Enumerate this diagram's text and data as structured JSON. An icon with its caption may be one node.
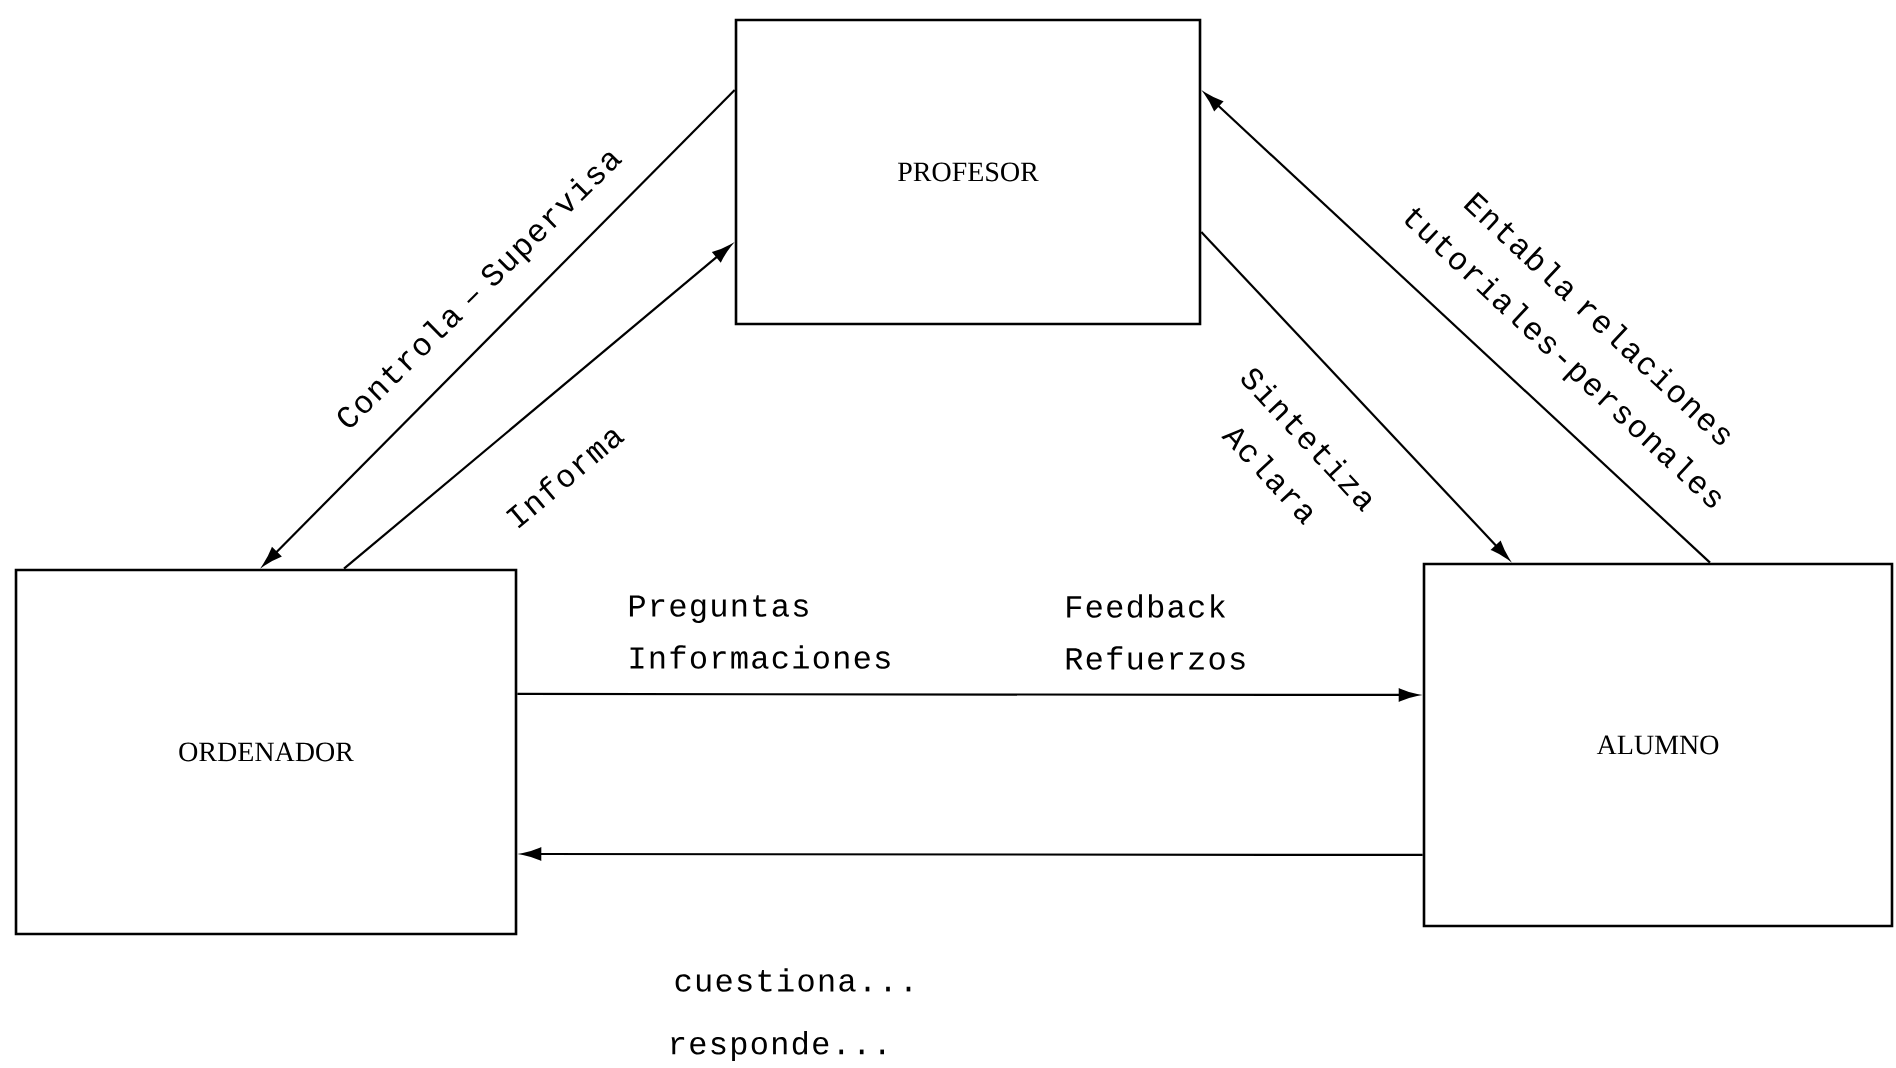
{
  "diagram": {
    "nodes": [
      {
        "text": [
          "PROFESOR"
        ]
      },
      {
        "text": [
          "ORDENADOR"
        ]
      },
      {
        "text": [
          "ALUMNO"
        ]
      }
    ],
    "edges": [
      {
        "from": 0,
        "to": 1,
        "arrow": "to",
        "label": "Controla – Supervisa"
      },
      {
        "from": 1,
        "to": 0,
        "arrow": "to",
        "label": "Informa"
      },
      {
        "from": 0,
        "to": 2,
        "arrow": "to",
        "label": "Sintetiza Aclara"
      },
      {
        "from": 2,
        "to": 0,
        "arrow": "to",
        "label": "Entabla relaciones tutoriales-personales"
      },
      {
        "from": 1,
        "to": 2,
        "arrow": "to",
        "label": "Preguntas Informaciones"
      },
      {
        "from": 2,
        "to": 1,
        "arrow": "to"
      }
    ],
    "labels": [
      "Feedback Refuerzos",
      "cuestiona...",
      "responde..."
    ]
  }
}
